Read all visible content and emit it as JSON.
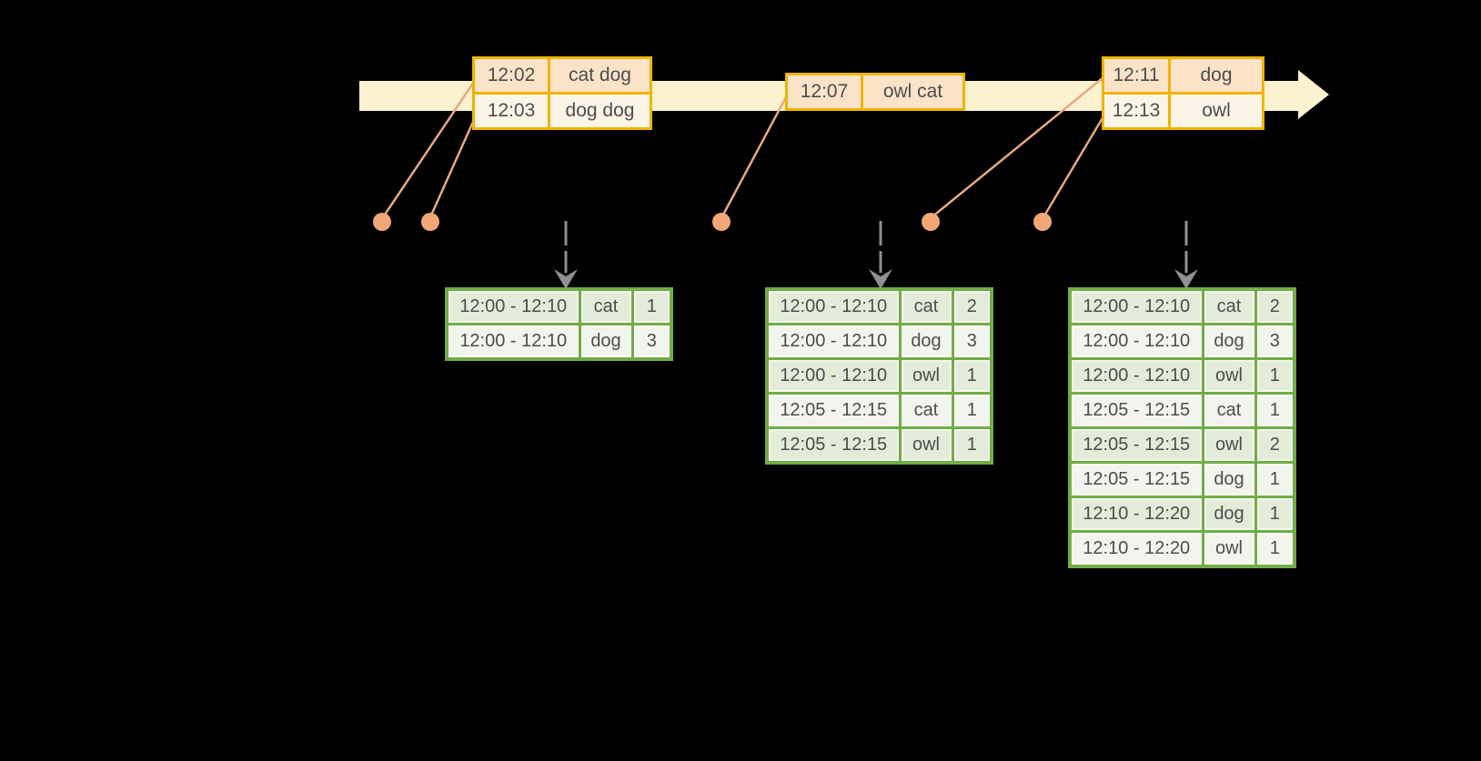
{
  "colors": {
    "bg": "#000000",
    "ink": "#4d4d4d",
    "timeline_fill": "#fdf2cf",
    "orange_border": "#f0b400",
    "peach_dark": "#fbe3c8",
    "peach_light": "#fdf4e8",
    "salmon_line": "#e8a87e",
    "dot_fill": "#f1a778",
    "gray_arrow": "#909090",
    "green_border": "#70ad47",
    "green_dark": "#e3ecd8",
    "green_light": "#f2f5ed"
  },
  "timeline": {
    "event_tables": [
      {
        "rows": [
          {
            "time": "12:02",
            "words": "cat dog"
          },
          {
            "time": "12:03",
            "words": "dog dog"
          }
        ]
      },
      {
        "rows": [
          {
            "time": "12:07",
            "words": "owl cat"
          }
        ]
      },
      {
        "rows": [
          {
            "time": "12:11",
            "words": "dog"
          },
          {
            "time": "12:13",
            "words": "owl"
          }
        ]
      }
    ]
  },
  "result_tables": [
    {
      "rows": [
        {
          "window": "12:00 - 12:10",
          "word": "cat",
          "count": "1"
        },
        {
          "window": "12:00 - 12:10",
          "word": "dog",
          "count": "3"
        }
      ]
    },
    {
      "rows": [
        {
          "window": "12:00 - 12:10",
          "word": "cat",
          "count": "2"
        },
        {
          "window": "12:00 - 12:10",
          "word": "dog",
          "count": "3"
        },
        {
          "window": "12:00 - 12:10",
          "word": "owl",
          "count": "1"
        },
        {
          "window": "12:05 - 12:15",
          "word": "cat",
          "count": "1"
        },
        {
          "window": "12:05 - 12:15",
          "word": "owl",
          "count": "1"
        }
      ]
    },
    {
      "rows": [
        {
          "window": "12:00 - 12:10",
          "word": "cat",
          "count": "2"
        },
        {
          "window": "12:00 - 12:10",
          "word": "dog",
          "count": "3"
        },
        {
          "window": "12:00 - 12:10",
          "word": "owl",
          "count": "1"
        },
        {
          "window": "12:05 - 12:15",
          "word": "cat",
          "count": "1"
        },
        {
          "window": "12:05 - 12:15",
          "word": "owl",
          "count": "2"
        },
        {
          "window": "12:05 - 12:15",
          "word": "dog",
          "count": "1"
        },
        {
          "window": "12:10 - 12:20",
          "word": "dog",
          "count": "1"
        },
        {
          "window": "12:10 - 12:20",
          "word": "owl",
          "count": "1"
        }
      ]
    }
  ]
}
